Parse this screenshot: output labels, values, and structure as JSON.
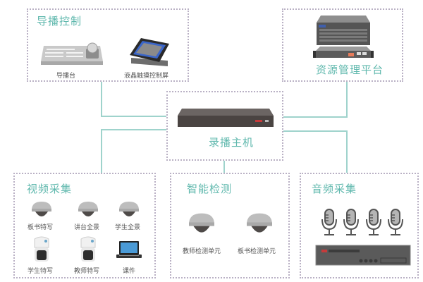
{
  "colors": {
    "accent": "#5fb8ad",
    "connector": "#9fd3cc",
    "border": "#b9b0c4",
    "label": "#555555"
  },
  "groups": {
    "directing": {
      "title": "导播控制",
      "items": [
        {
          "label": "导播台",
          "icon": "control-console-icon"
        },
        {
          "label": "液晶触摸控制屏",
          "icon": "touch-screen-icon"
        }
      ]
    },
    "resource": {
      "title": "资源管理平台",
      "items": [
        {
          "icon": "storage-server-icon"
        },
        {
          "icon": "rack-server-icon"
        }
      ]
    },
    "host": {
      "title": "录播主机",
      "items": [
        {
          "icon": "recorder-host-icon"
        }
      ]
    },
    "video": {
      "title": "视频采集",
      "items": [
        {
          "label": "板书特写",
          "icon": "dome-camera-icon"
        },
        {
          "label": "讲台全景",
          "icon": "dome-camera-icon"
        },
        {
          "label": "学生全景",
          "icon": "dome-camera-icon"
        },
        {
          "label": "学生特写",
          "icon": "ptz-camera-icon"
        },
        {
          "label": "教师特写",
          "icon": "ptz-camera-icon"
        },
        {
          "label": "课件",
          "icon": "laptop-icon"
        }
      ]
    },
    "detection": {
      "title": "智能检测",
      "items": [
        {
          "label": "教师检测单元",
          "icon": "dome-camera-icon"
        },
        {
          "label": "板书检测单元",
          "icon": "dome-camera-icon"
        }
      ]
    },
    "audio": {
      "title": "音频采集",
      "items": [
        {
          "icon": "microphone-icon"
        },
        {
          "icon": "microphone-icon"
        },
        {
          "icon": "microphone-icon"
        },
        {
          "icon": "microphone-icon"
        },
        {
          "icon": "audio-processor-icon"
        }
      ]
    }
  }
}
